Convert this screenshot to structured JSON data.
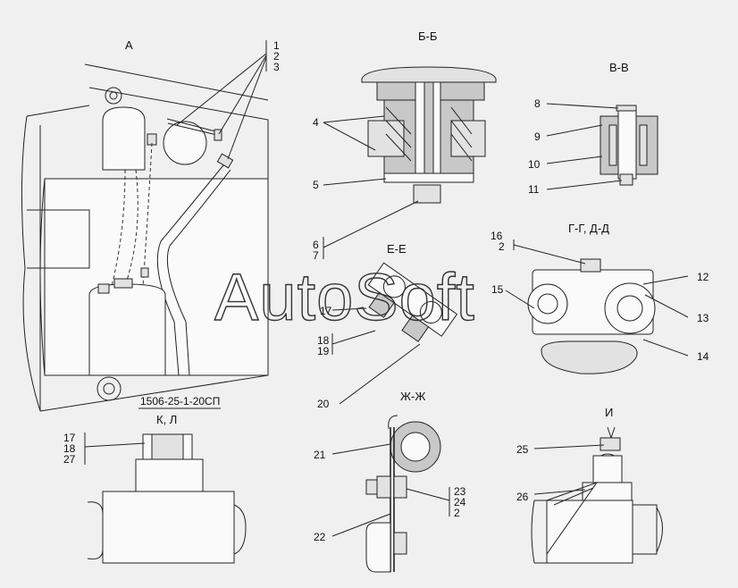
{
  "views": {
    "a": "А",
    "bb": "Б-Б",
    "vv": "В-В",
    "ee": "Е-Е",
    "gg": "Г-Г, Д-Д",
    "kl": "К, Л",
    "zhzh": "Ж-Ж",
    "i": "И"
  },
  "doc_number": "1506-25-1-20СП",
  "watermark": "AutoSoft",
  "callouts": {
    "c1": "1",
    "c2": "2",
    "c3": "3",
    "c4": "4",
    "c5": "5",
    "c6": "6",
    "c7": "7",
    "c8": "8",
    "c9": "9",
    "c10": "10",
    "c11": "11",
    "c12": "12",
    "c13": "13",
    "c14": "14",
    "c15": "15",
    "c16": "16",
    "c16b": "2",
    "c17": "17",
    "c18": "18",
    "c19": "19",
    "c20": "20",
    "c21": "21",
    "c22": "22",
    "c23": "23",
    "c24": "24",
    "c23b": "2",
    "c25": "25",
    "c26": "26",
    "k17": "17",
    "k18": "18",
    "k27": "27"
  }
}
